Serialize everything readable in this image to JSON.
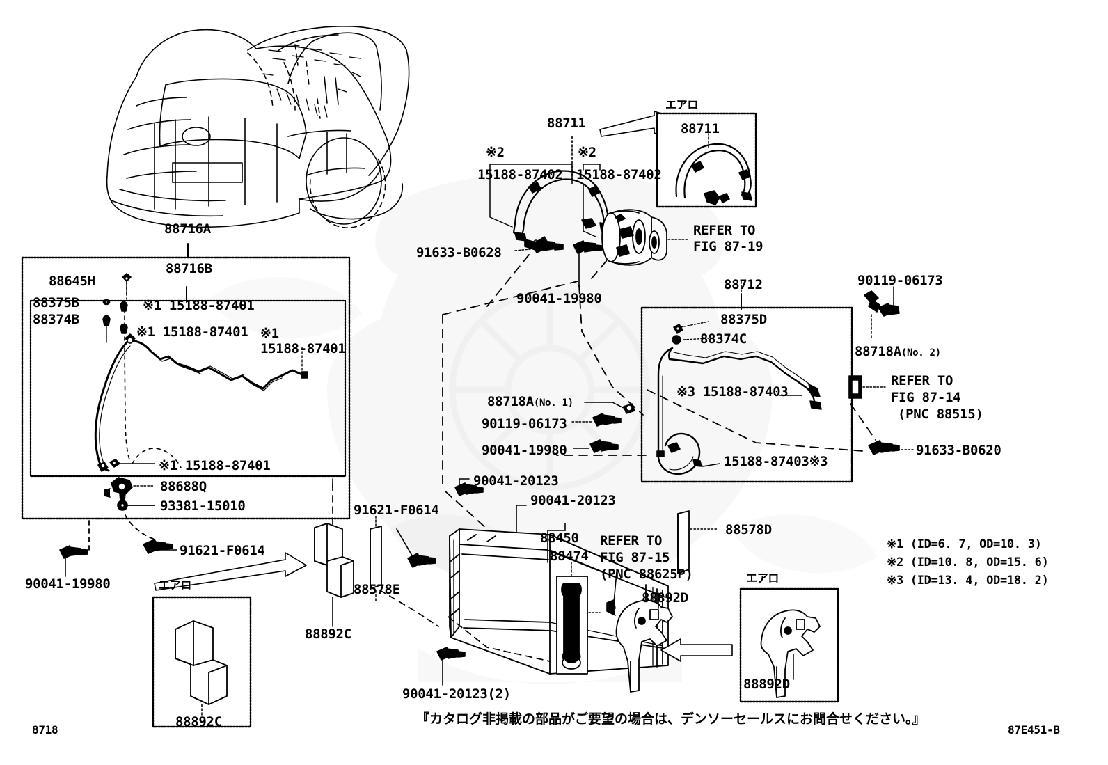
{
  "sheet": {
    "page_number": "8718",
    "drawing_code": "87E451-B",
    "footer_note": "『カタログ非掲載の部品がご要望の場合は、デンソーセールスにお問合せください。』"
  },
  "vehicle_illustration": {
    "callout": "88716A"
  },
  "group_88716": {
    "outer_label": "88716A",
    "inner_label": "88716B",
    "labels": {
      "clamp_88645H": "88645H",
      "oring_88375B": "88375B",
      "oring_88374B": "88374B",
      "tube_1": "※1 15188-87401",
      "tube_2": "※1 15188-87401",
      "tube_3_line1": "※1",
      "tube_3_line2": "15188-87401",
      "tube_4": "※1 15188-87401",
      "valve_88688Q": "88688Q",
      "cap_93381_15010": "93381-15010"
    }
  },
  "compressor_area": {
    "hose_88711": "88711",
    "clip_left": "※2",
    "clip_left_pn": "15188-87402",
    "clip_right": "※2",
    "clip_right_pn": "15188-87402",
    "bolt_91633_B0628": "91633-B0628",
    "bolt_90041_19980": "90041-19980",
    "refer_line1": "REFER TO",
    "refer_line2": "FIG 87-19",
    "inset": {
      "aero_caption": "エアロ",
      "part": "88711"
    }
  },
  "group_88712": {
    "label": "88712",
    "oring_88375D": "88375D",
    "oring_88374C": "88374C",
    "tube_upper": "※3 15188-87403",
    "tube_lower": "15188-87403※3"
  },
  "right_fasteners": {
    "nut_90119_06173": "90119-06173",
    "bracket_88718A_no2": "88718A",
    "bracket_88718A_no2_suffix": "(No. 2)",
    "refer_line1": "REFER TO",
    "refer_line2": "FIG 87-14",
    "refer_line3": "(PNC 88515)",
    "bolt_91633_B0620": "91633-B0620"
  },
  "mid_fasteners": {
    "bracket_88718A_no1": "88718A",
    "bracket_88718A_no1_suffix": "(No. 1)",
    "nut_90119_06173": "90119-06173",
    "bolt_90041_19980": "90041-19980",
    "bolt_90041_20123_a": "90041-20123",
    "bolt_90041_20123_b": "90041-20123"
  },
  "condenser_area": {
    "condenser_88450": "88450",
    "dryer_88474": "88474",
    "refer_line1": "REFER TO",
    "refer_line2": "FIG 87-15",
    "refer_line3": "(PNC 88625P)",
    "seal_88578E": "88578E",
    "seal_88578D": "88578D",
    "bolt_91621_F0614_left": "91621-F0614",
    "bolt_91621_F0614_mid": "91621-F0614",
    "bolt_90041_19980": "90041-19980",
    "bolt_90041_20123_qty2": "90041-20123(2)",
    "bracket_88892C": "88892C",
    "bracket_88892D": "88892D"
  },
  "inset_88892C": {
    "aero_caption": "エアロ",
    "part": "88892C"
  },
  "inset_88892D": {
    "aero_caption": "エアロ",
    "part": "88892D"
  },
  "legend": {
    "note1": "※1 (ID=6. 7, OD=10. 3)",
    "note2": "※2 (ID=10. 8, OD=15. 6)",
    "note3": "※3 (ID=13. 4, OD=18. 2)"
  }
}
